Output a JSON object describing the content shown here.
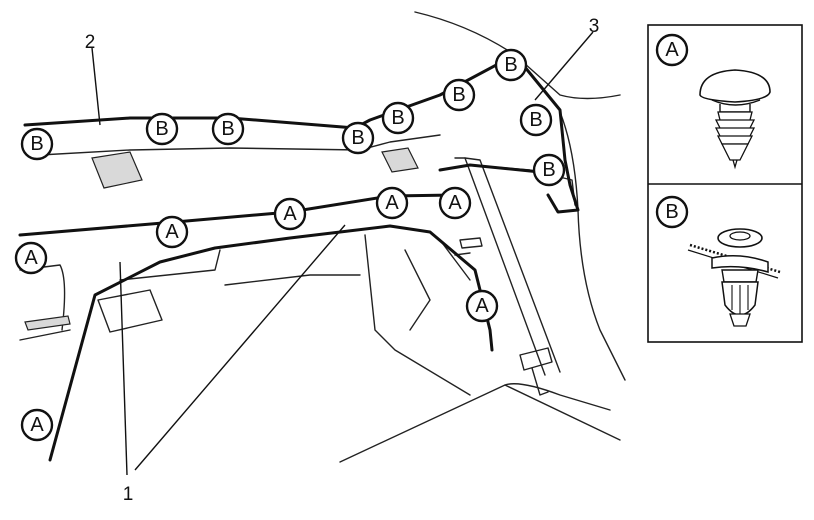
{
  "ref_numbers": {
    "n1": "1",
    "n2": "2",
    "n3": "3"
  },
  "clip_letters": {
    "a": "A",
    "b": "B"
  },
  "inset": {
    "a_label": "A",
    "b_label": "B"
  },
  "colors": {
    "line": "#111111",
    "shade": "#d9d9d9",
    "background": "#ffffff"
  }
}
